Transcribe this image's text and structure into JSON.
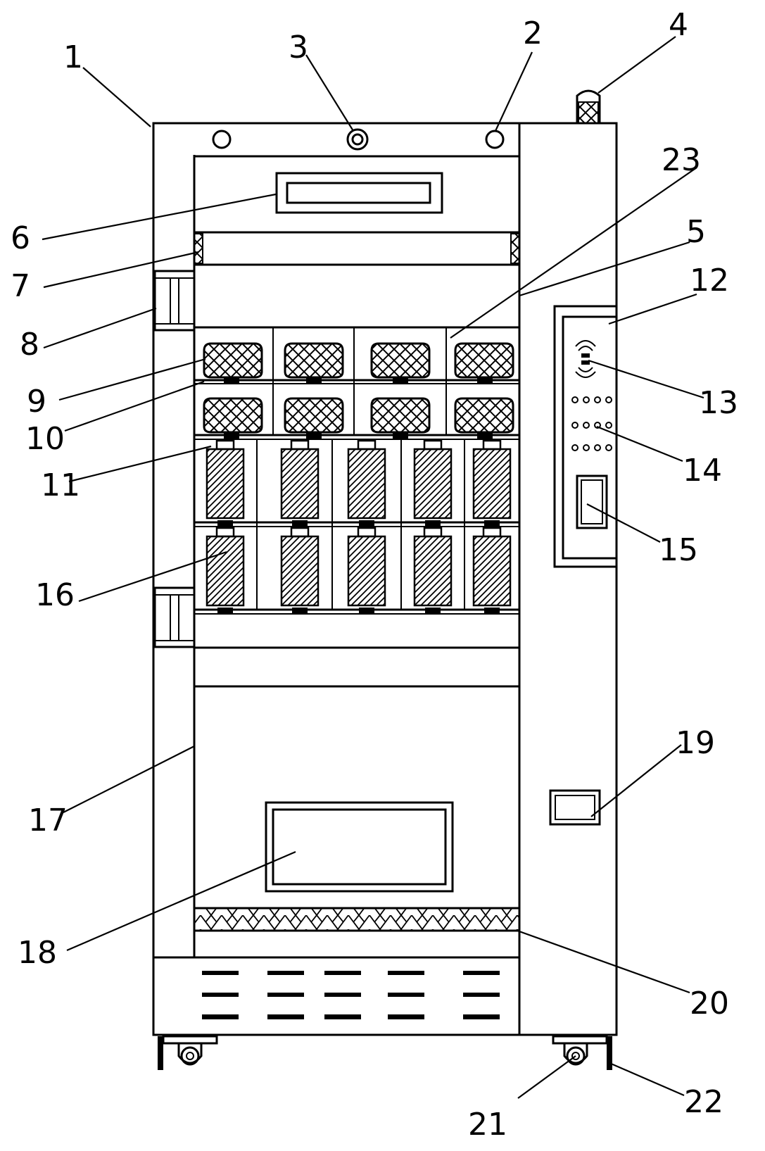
{
  "figure": {
    "callouts": [
      "1",
      "2",
      "3",
      "4",
      "5",
      "6",
      "7",
      "8",
      "9",
      "10",
      "11",
      "12",
      "13",
      "14",
      "15",
      "16",
      "17",
      "18",
      "19",
      "20",
      "21",
      "22",
      "23"
    ]
  }
}
